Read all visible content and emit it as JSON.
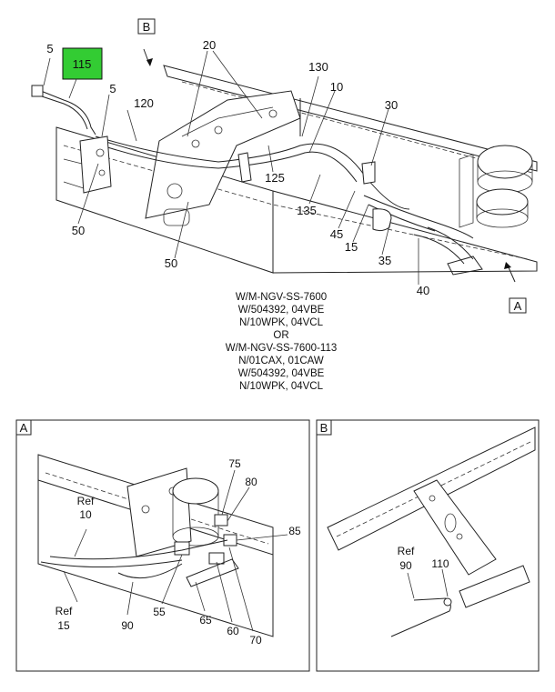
{
  "view_callouts": {
    "top_right": "B",
    "bottom_right": "A"
  },
  "highlight": {
    "label": "115",
    "color": "#33cc33"
  },
  "callouts": {
    "c5a": "5",
    "c5b": "5",
    "c120": "120",
    "c20": "20",
    "c130": "130",
    "c10": "10",
    "c30": "30",
    "c125": "125",
    "c135": "135",
    "c45": "45",
    "c15": "15",
    "c35": "35",
    "c40": "40",
    "c50a": "50",
    "c50b": "50"
  },
  "notes": [
    "W/M-NGV-SS-7600",
    "W/504392, 04VBE",
    "N/10WPK, 04VCL",
    "OR",
    "W/M-NGV-SS-7600-113",
    "N/01CAX, 01CAW",
    "W/504392, 04VBE",
    "N/10WPK, 04VCL"
  ],
  "detail_a": {
    "tag": "A",
    "callouts": {
      "c75": "75",
      "c80": "80",
      "c85": "85",
      "c55": "55",
      "c65": "65",
      "c60": "60",
      "c70": "70",
      "c90": "90",
      "ref_word_1": "Ref",
      "ref_num_1": "10",
      "ref_word_2": "Ref",
      "ref_num_2": "15"
    }
  },
  "detail_b": {
    "tag": "B",
    "callouts": {
      "ref_word": "Ref",
      "ref_num": "90",
      "c110": "110"
    }
  }
}
